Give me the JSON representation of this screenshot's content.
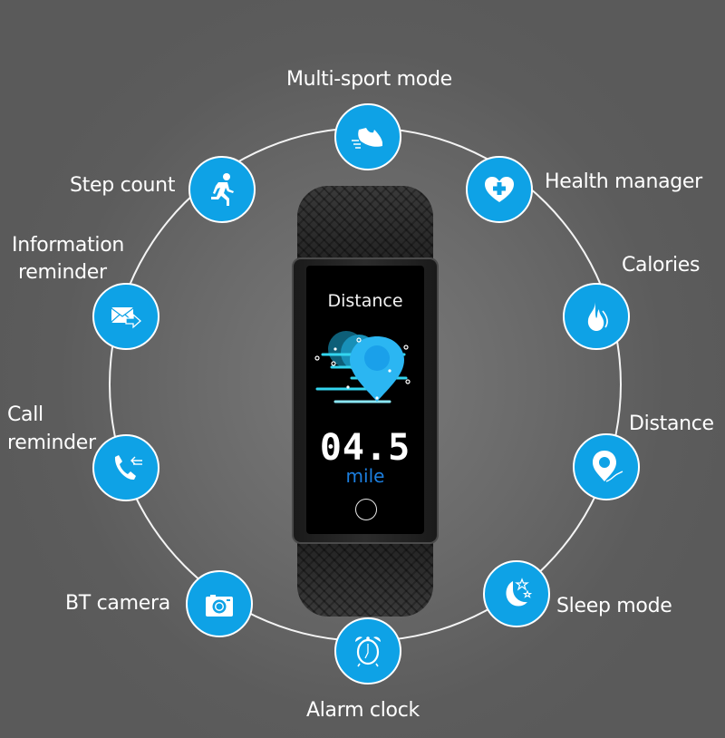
{
  "colors": {
    "accent": "#0ea2e6",
    "ring": "#f4f4f4",
    "background": "#5e5e5e",
    "unit_text": "#1c7fe0"
  },
  "features": [
    {
      "id": "multi-sport",
      "label": "Multi-sport mode",
      "icon": "running-shoe-icon"
    },
    {
      "id": "health",
      "label": "Health manager",
      "icon": "heart-plus-icon"
    },
    {
      "id": "calories",
      "label": "Calories",
      "icon": "flame-icon"
    },
    {
      "id": "distance",
      "label": "Distance",
      "icon": "map-pin-icon"
    },
    {
      "id": "sleep",
      "label": "Sleep mode",
      "icon": "moon-stars-icon"
    },
    {
      "id": "alarm",
      "label": "Alarm clock",
      "icon": "alarm-clock-icon"
    },
    {
      "id": "camera",
      "label": "BT camera",
      "icon": "camera-icon"
    },
    {
      "id": "call",
      "label_line1": "Call",
      "label_line2": "reminder",
      "icon": "phone-incoming-icon"
    },
    {
      "id": "info",
      "label_line1": "Information",
      "label_line2": "reminder",
      "icon": "envelope-forward-icon"
    },
    {
      "id": "step",
      "label": "Step count",
      "icon": "runner-icon"
    }
  ],
  "device": {
    "screen_title": "Distance",
    "value": "04.5",
    "unit": "mile",
    "graphic_icon": "location-pin-icon"
  }
}
